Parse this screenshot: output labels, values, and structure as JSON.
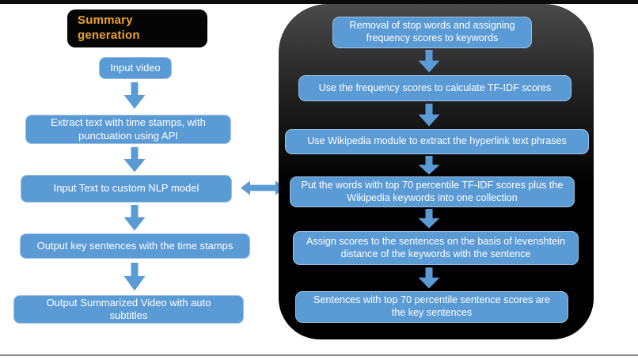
{
  "title": {
    "text": "Summary\ngeneration"
  },
  "left_flow": {
    "steps": [
      "Input video",
      "Extract text with time stamps, with punctuation using API",
      "Input Text to custom NLP model",
      "Output key sentences with the time stamps",
      "Output Summarized Video with auto subtitles"
    ]
  },
  "right_flow": {
    "steps": [
      "Removal of stop words and assigning frequency scores to keywords",
      "Use the frequency scores to calculate TF-IDF scores",
      "Use Wikipedia module to extract the hyperlink text phrases",
      "Put the words  with top 70 percentile TF-IDF scores plus the Wikipedia keywords into one collection",
      "Assign scores to the sentences on the basis of levenshtein distance of the keywords with the sentence",
      "Sentences with top 70 percentile sentence scores are the key sentences"
    ]
  },
  "colors": {
    "box_fill": "#5B9BD5",
    "box_border": "#9CC2E5",
    "box_text": "#FFFFFF",
    "title_text": "#EFA12D",
    "title_bg": "#050505",
    "panel_bg_top": "#4A4A4A",
    "panel_bg_bottom": "#000000",
    "arrow": "#5B9BD5",
    "bottom_rule": "#8A8A8A"
  },
  "icons": {
    "down_arrow": "block-arrow-down",
    "double_arrow": "block-arrow-left-right"
  }
}
